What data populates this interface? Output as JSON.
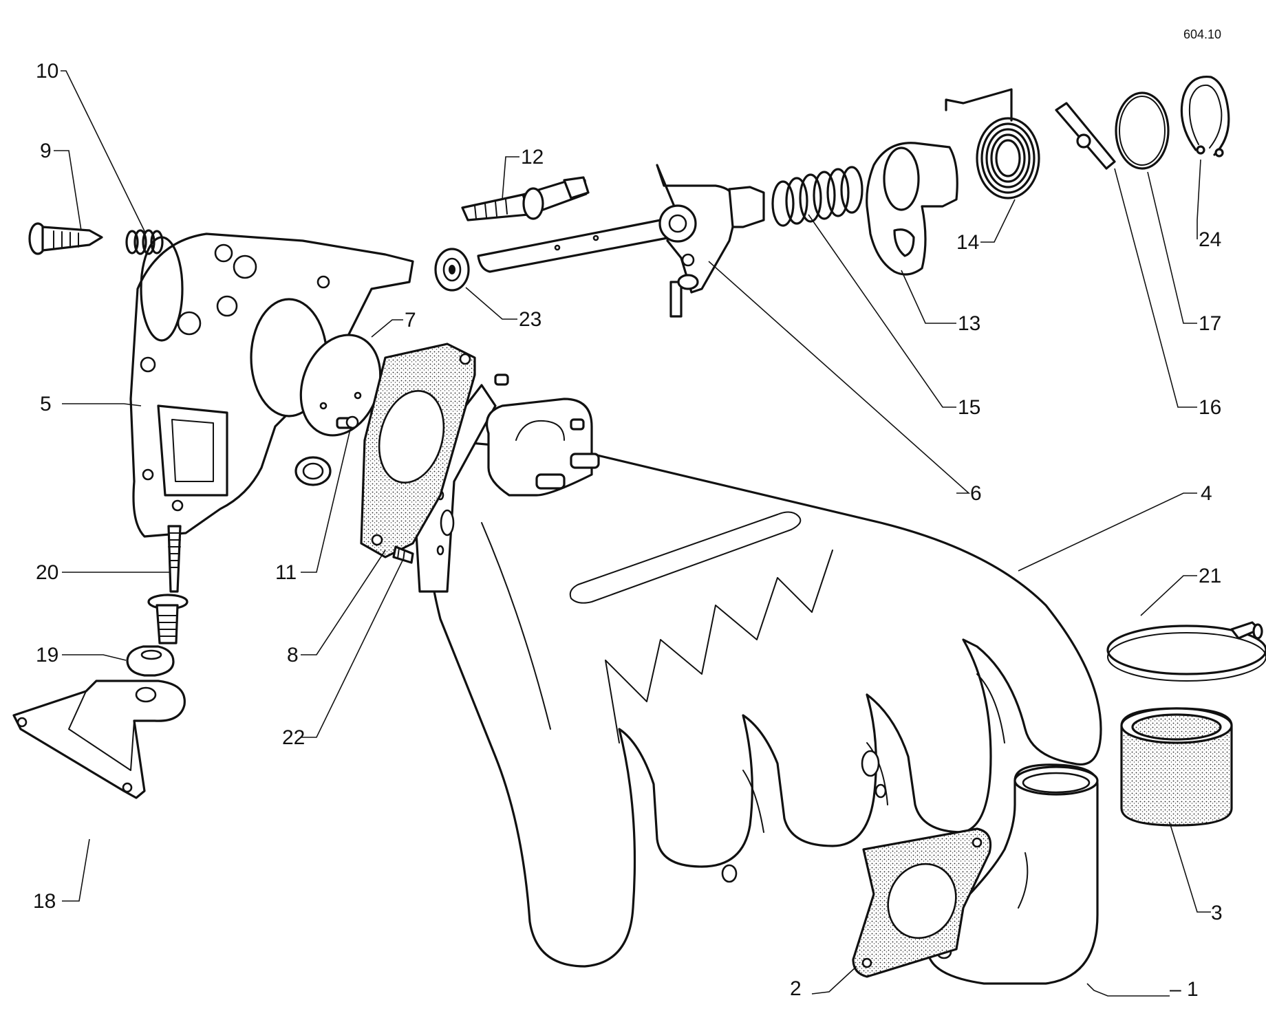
{
  "drawing_ref": "604.10",
  "labels": {
    "p1": "– 1",
    "p2": "2",
    "p3": "3",
    "p4": "4",
    "p5": "5",
    "p6": "6",
    "p7": "7",
    "p8": "8",
    "p9": "9",
    "p10": "10",
    "p11": "11",
    "p12": "12",
    "p13": "13",
    "p14": "14",
    "p15": "15",
    "p16": "16",
    "p17": "17",
    "p18": "18",
    "p19": "19",
    "p20": "20",
    "p21": "21",
    "p22": "22",
    "p23": "23",
    "p24": "24"
  },
  "colors": {
    "ink": "#111111",
    "paper": "#ffffff",
    "stipple": "#d9d9d9"
  }
}
